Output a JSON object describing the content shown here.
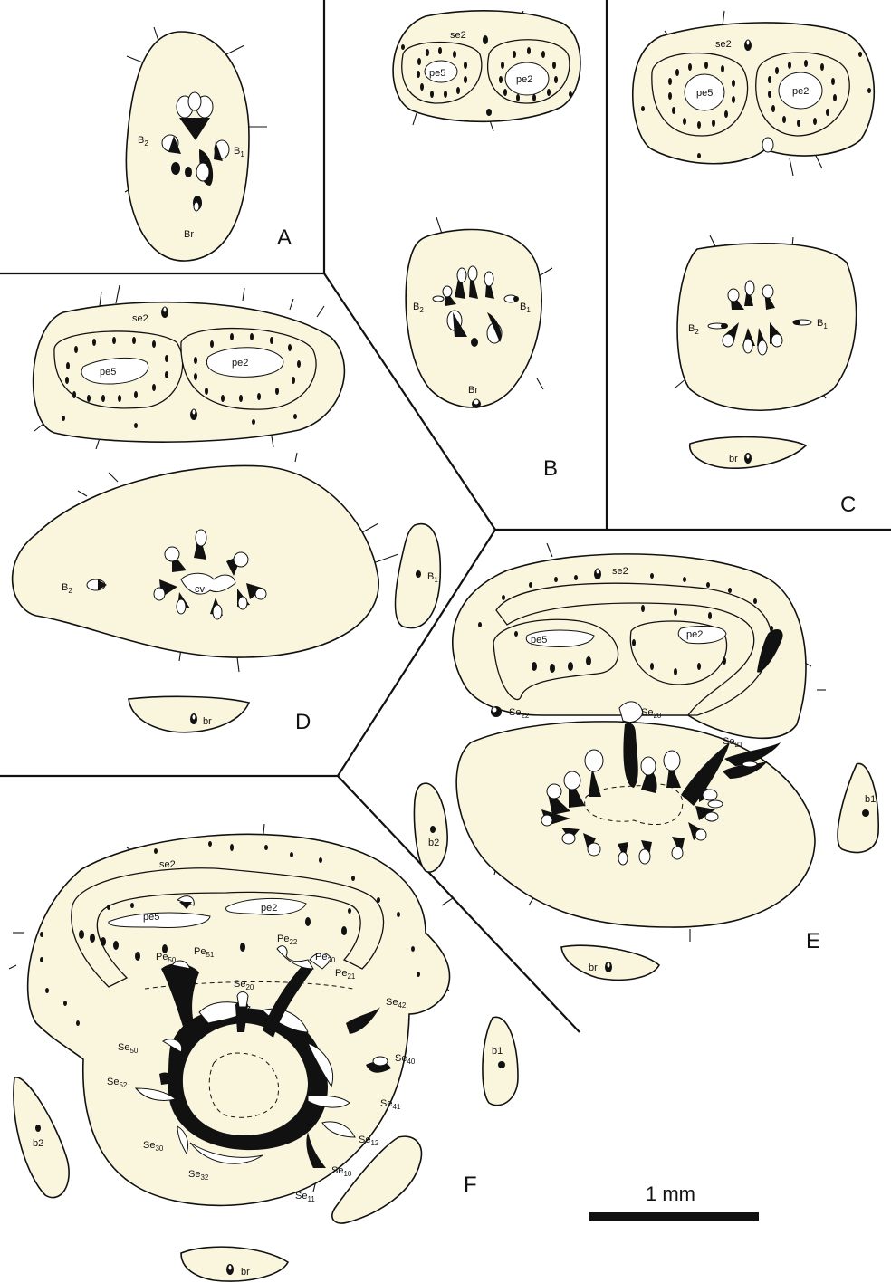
{
  "panels": [
    "A",
    "B",
    "C",
    "D",
    "E",
    "F"
  ],
  "labels": {
    "A": {
      "b2": "B",
      "b2_sub": "2",
      "b1": "B",
      "b1_sub": "1",
      "br": "Br"
    },
    "B": {
      "se2": "se2",
      "pe5": "pe5",
      "pe2": "pe2",
      "b2": "B",
      "b2_sub": "2",
      "b1": "B",
      "b1_sub": "1",
      "br": "Br"
    },
    "C": {
      "se2": "se2",
      "pe5": "pe5",
      "pe2": "pe2",
      "b2": "B",
      "b2_sub": "2",
      "b1": "B",
      "b1_sub": "1",
      "br": "br"
    },
    "D": {
      "se2": "se2",
      "pe5": "pe5",
      "pe2": "pe2",
      "b2": "B",
      "b2_sub": "2",
      "b1": "B",
      "b1_sub": "1",
      "cv": "cv",
      "br": "br"
    },
    "E": {
      "se2": "se2",
      "pe5": "pe5",
      "pe2": "pe2",
      "se22": "Se",
      "se22_sub": "22",
      "se20": "Se",
      "se20_sub": "20",
      "se21": "Se",
      "se21_sub": "21",
      "b1": "b1",
      "b2": "b2",
      "br": "br"
    },
    "F": {
      "se2": "se2",
      "pe5": "pe5",
      "pe2": "pe2",
      "pe50": "Pe",
      "pe50_sub": "50",
      "pe51": "Pe",
      "pe51_sub": "51",
      "pe22": "Pe",
      "pe22_sub": "22",
      "pe20": "Pe",
      "pe20_sub": "20",
      "pe21": "Pe",
      "pe21_sub": "21",
      "se20": "Se",
      "se20_sub": "20",
      "se42": "Se",
      "se42_sub": "42",
      "se50": "Se",
      "se50_sub": "50",
      "se40": "Se",
      "se40_sub": "40",
      "se52": "Se",
      "se52_sub": "52",
      "se41": "Se",
      "se41_sub": "41",
      "se12": "Se",
      "se12_sub": "12",
      "se10": "Se",
      "se10_sub": "10",
      "se30": "Se",
      "se30_sub": "30",
      "se32": "Se",
      "se32_sub": "32",
      "se11": "Se",
      "se11_sub": "11",
      "b1": "b1",
      "b2": "b2",
      "br": "br"
    }
  },
  "scale_bar": {
    "label": "1 mm"
  }
}
